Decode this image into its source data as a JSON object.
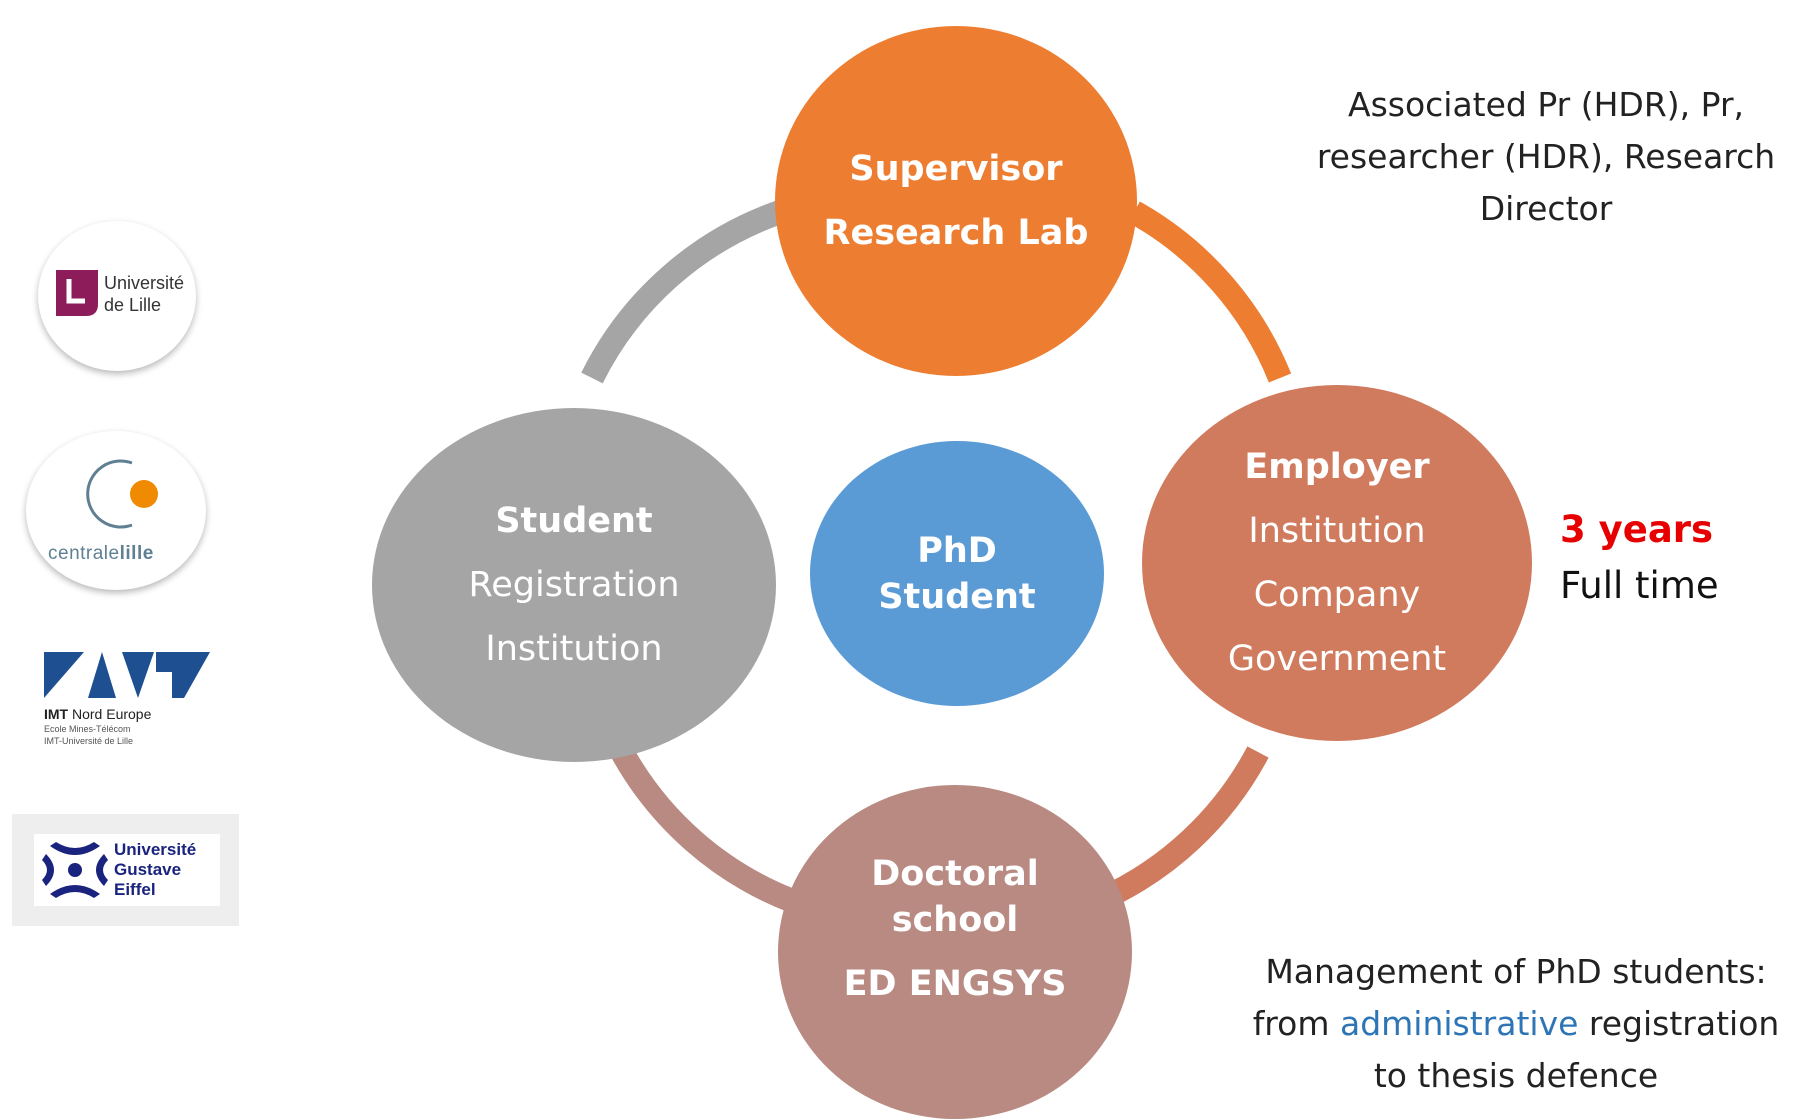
{
  "nodes": {
    "supervisor": {
      "line1": "Supervisor",
      "line2": "Research Lab",
      "color": "#ED7D31"
    },
    "employer": {
      "title": "Employer",
      "items": [
        "Institution",
        "Company",
        "Government"
      ],
      "color": "#D07B5E"
    },
    "doctoral": {
      "line1": "Doctoral",
      "line2": "school",
      "line3": "ED ENGSYS",
      "color": "#B88A82"
    },
    "student": {
      "title": "Student",
      "items": [
        "Registration",
        "Institution"
      ],
      "color": "#A5A5A5"
    },
    "phd": {
      "line1": "PhD",
      "line2": "Student",
      "color": "#5B9BD5"
    }
  },
  "ring_colors": {
    "top_left": "#A5A5A5",
    "top_right": "#ED7D31",
    "bottom_left": "#B88A82",
    "bottom_right": "#D07B5E"
  },
  "notes": {
    "supervisor_roles": [
      "Associated Pr (HDR), Pr,",
      "researcher (HDR), Research",
      "Director"
    ],
    "duration_highlight": "3 years",
    "duration_rest": "Full time",
    "management_line1": "Management of PhD students:",
    "management_line2_pre": "from ",
    "management_line2_link": "administrative",
    "management_line2_post": " registration",
    "management_line3": "to thesis defence"
  },
  "logos": {
    "lille": {
      "line1": "Université",
      "line2": "de Lille",
      "color": "#8C1D5A"
    },
    "centrale": {
      "pre": "centrale",
      "post": "lille",
      "color": "#5F7F93",
      "dot_color": "#F08A00"
    },
    "imt": {
      "line1": "IMT",
      "line1b": " Nord Europe",
      "line2": "Ecole Mines-Télécom",
      "line3": "IMT-Université de Lille",
      "color": "#1D4F91"
    },
    "eiffel": {
      "line1": "Université",
      "line2": "Gustave",
      "line3": "Eiffel",
      "color": "#1A237E"
    }
  }
}
